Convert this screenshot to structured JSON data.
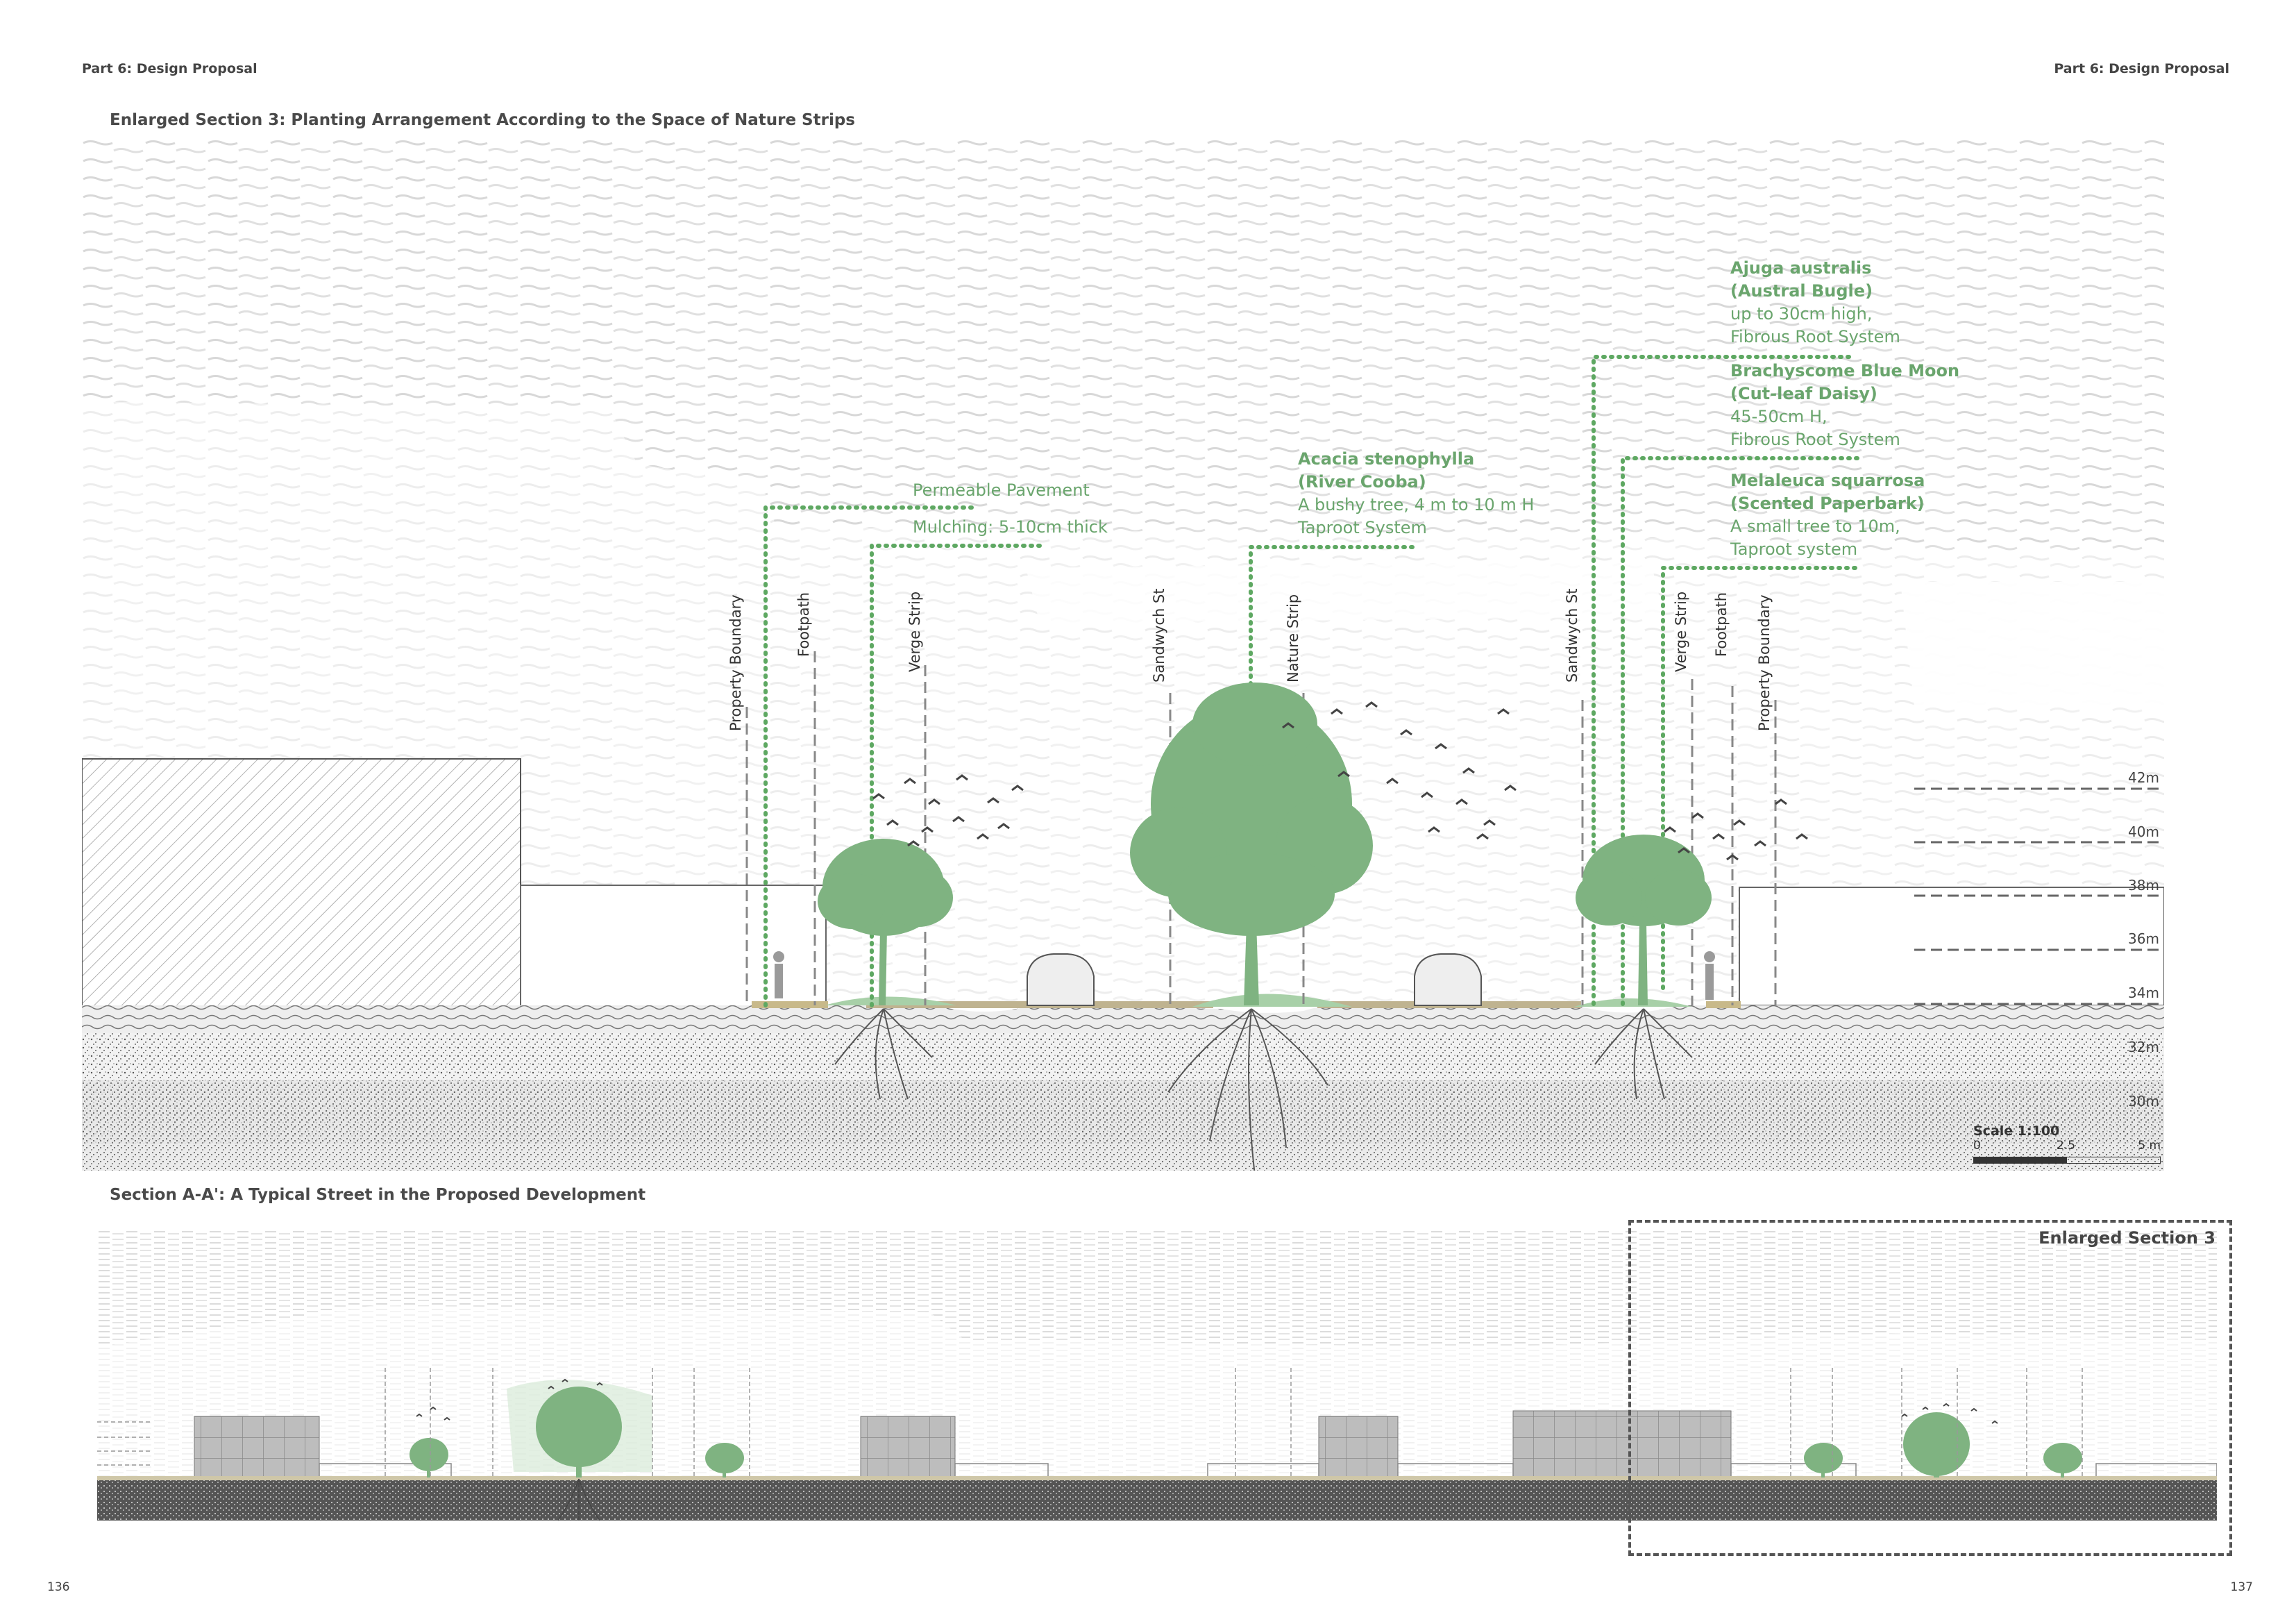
{
  "header": {
    "left": "Part 6: Design Proposal",
    "right": "Part 6: Design Proposal"
  },
  "page_numbers": {
    "left": "136",
    "right": "137"
  },
  "enlarged_section": {
    "title": "Enlarged Section 3: Planting Arrangement According to the Space of Nature Strips",
    "annotations": {
      "permeable": "Permeable Pavement",
      "mulching": "Mulching: 5-10cm thick",
      "acacia": {
        "name": "Acacia stenophylla",
        "common": "(River Cooba)",
        "desc1": "A bushy tree, 4 m to 10 m H",
        "desc2": "Taproot System"
      },
      "ajuga": {
        "name": "Ajuga australis",
        "common": "(Austral Bugle)",
        "desc1": "up to 30cm high,",
        "desc2": "Fibrous Root System"
      },
      "brachy": {
        "name": "Brachyscome Blue Moon",
        "common": "(Cut-leaf Daisy)",
        "desc1": "45-50cm H,",
        "desc2": "Fibrous Root System"
      },
      "melaleuca": {
        "name": "Melaleuca squarrosa",
        "common": "(Scented Paperbark)",
        "desc1": "A small tree to 10m,",
        "desc2": "Taproot system"
      }
    },
    "zones": {
      "property_boundary_left": "Property Boundary",
      "footpath_left": "Footpath",
      "verge_left": "Verge Strip",
      "sandwych_left": "Sandwych St",
      "nature_strip": "Nature Strip",
      "sandwych_right": "Sandwych St",
      "verge_right": "Verge Strip",
      "footpath_right": "Footpath",
      "property_boundary_right": "Property Boundary"
    },
    "elevations": [
      "42m",
      "40m",
      "38m",
      "36m",
      "34m",
      "32m",
      "30m"
    ],
    "scale": {
      "label": "Scale 1:100",
      "ticks": [
        "0",
        "2.5",
        "5 m"
      ]
    },
    "colors": {
      "planting": "#7fb381",
      "annotation": "#6aa56d"
    }
  },
  "typical_section": {
    "title": "Section A-A': A Typical Street in the Proposed Development",
    "enlarged_label": "Enlarged Section 3"
  }
}
